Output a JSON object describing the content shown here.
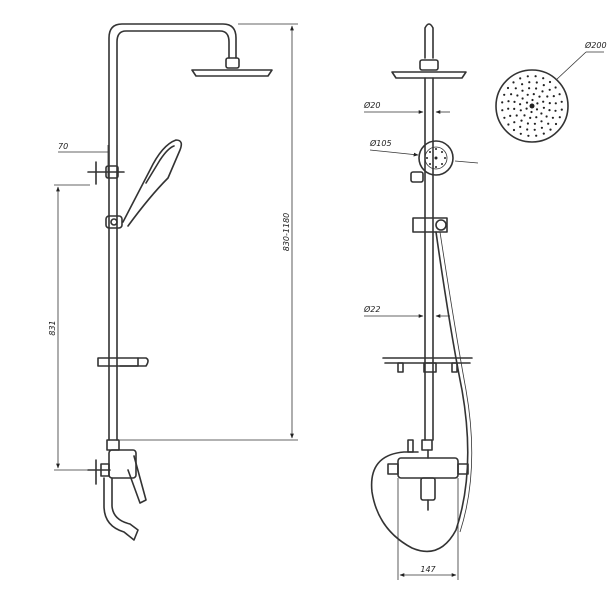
{
  "dimensions": {
    "arm_offset": "70",
    "total_height": "830-1180",
    "bar_height": "831",
    "rain_diameter": "Ø200",
    "pipe_upper": "Ø20",
    "hand_head": "Ø105",
    "pipe_lower": "Ø22",
    "mixer_width": "147"
  }
}
